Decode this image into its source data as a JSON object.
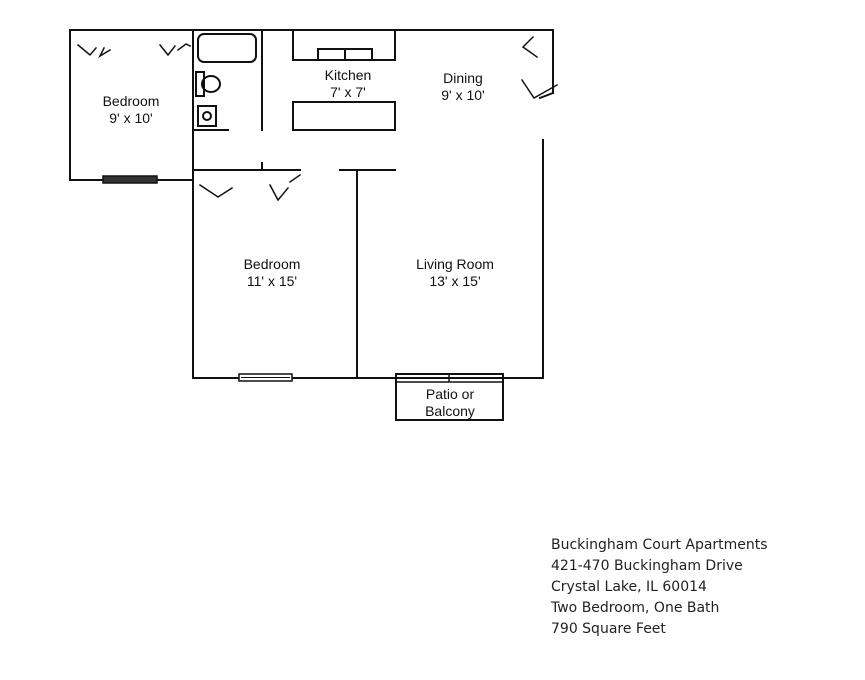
{
  "rooms": {
    "bedroom_small": {
      "name": "Bedroom",
      "size": "9' x 10'"
    },
    "kitchen": {
      "name": "Kitchen",
      "size": "7' x 7'"
    },
    "dining": {
      "name": "Dining",
      "size": "9' x 10'"
    },
    "bedroom_large": {
      "name": "Bedroom",
      "size": "11' x 15'"
    },
    "living_room": {
      "name": "Living Room",
      "size": "13' x 15'"
    },
    "patio": {
      "name_line1": "Patio or",
      "name_line2": "Balcony"
    }
  },
  "info": {
    "property": "Buckingham Court Apartments",
    "address": "421-470 Buckingham Drive",
    "city": "Crystal Lake, IL 60014",
    "layout": "Two Bedroom, One Bath",
    "area": "790 Square Feet"
  }
}
